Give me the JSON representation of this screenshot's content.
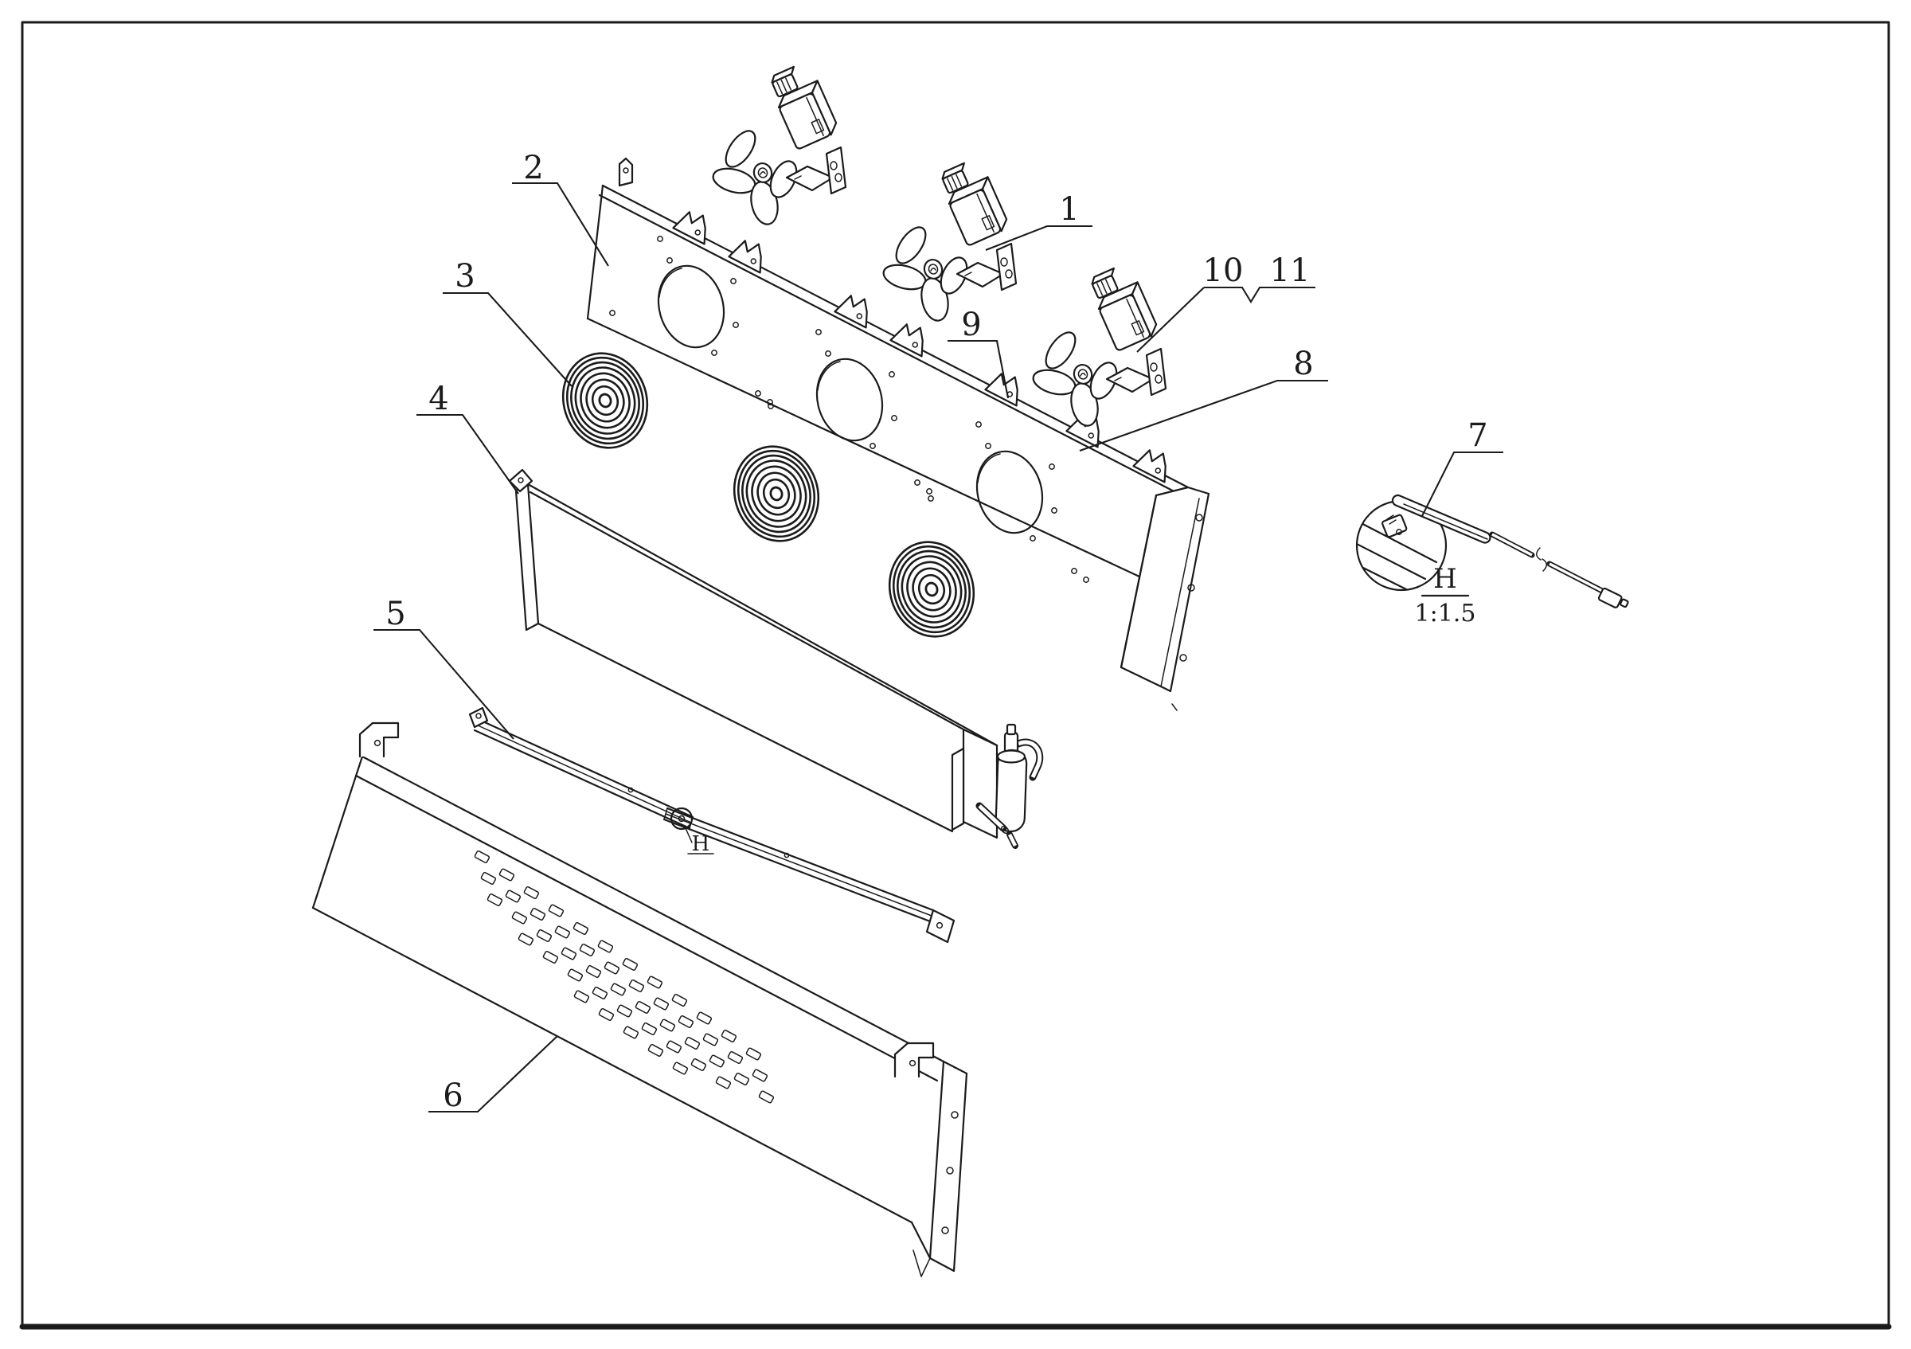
{
  "page": {
    "background": "#ffffff",
    "ink": "#1b1b1b",
    "border_color": "#1b1b1b"
  },
  "figure": {
    "kind": "exploded-assembly-technical-drawing"
  },
  "callouts": {
    "1": "1",
    "2": "2",
    "3": "3",
    "4": "4",
    "5": "5",
    "6": "6",
    "7": "7",
    "8": "8",
    "9": "9",
    "10": "10",
    "11": "11"
  },
  "detail_view": {
    "letter": "H",
    "scale": "1:1.5"
  },
  "detail_marker": "H"
}
